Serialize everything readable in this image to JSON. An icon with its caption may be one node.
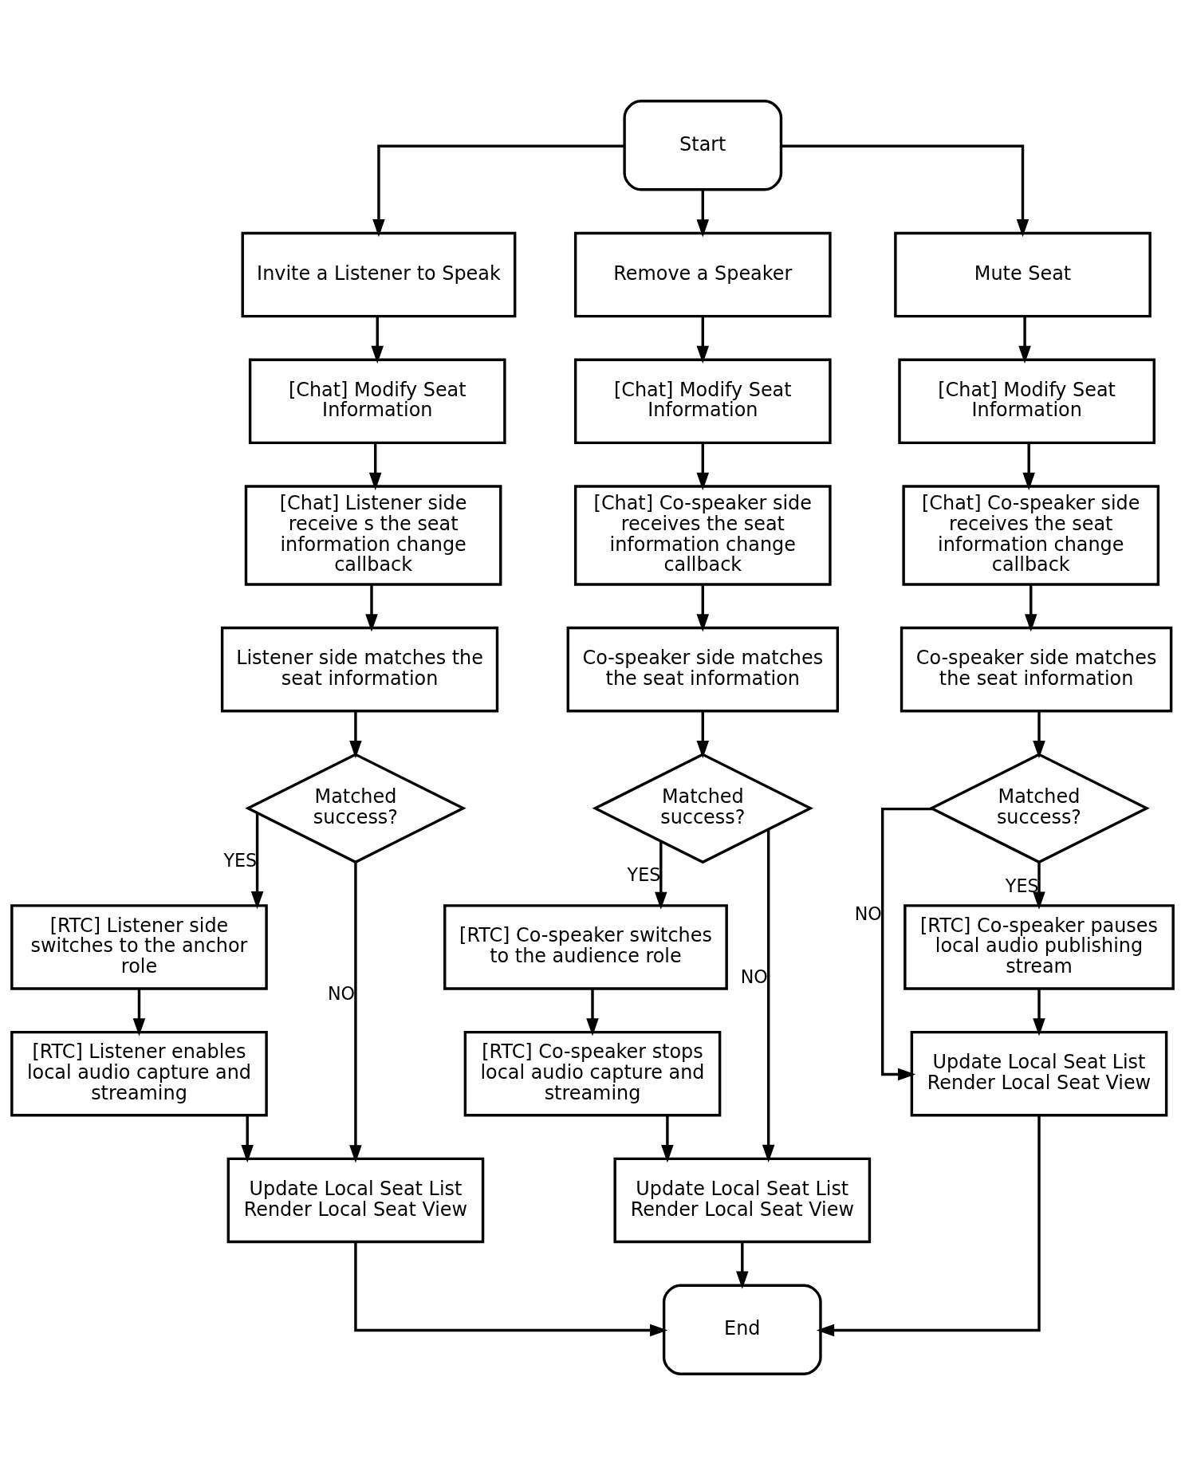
{
  "diagram": {
    "nodes": [
      {
        "text": [
          "Start"
        ]
      },
      {
        "text": [
          "Invite a Listener to Speak"
        ]
      },
      {
        "text": [
          "Remove a Speaker"
        ]
      },
      {
        "text": [
          "Mute Seat"
        ]
      },
      {
        "text": [
          "[Chat] Modify Seat Information"
        ]
      },
      {
        "text": [
          "[Chat] Modify Seat Information"
        ]
      },
      {
        "text": [
          "[Chat] Modify Seat Information"
        ]
      },
      {
        "text": [
          "[Chat] Listener side receive s the seat information change callback"
        ]
      },
      {
        "text": [
          "[Chat] Co-speaker side receives the seat information change callback"
        ]
      },
      {
        "text": [
          "[Chat] Co-speaker side receives the seat information change callback"
        ]
      },
      {
        "text": [
          "Listener side matches the seat information"
        ]
      },
      {
        "text": [
          "Co-speaker side matches the seat information"
        ]
      },
      {
        "text": [
          "Co-speaker side matches the seat information"
        ]
      },
      {
        "text": [
          "Matched success?"
        ]
      },
      {
        "text": [
          "Matched success?"
        ]
      },
      {
        "text": [
          "Matched success?"
        ]
      },
      {
        "text": [
          "[RTC] Listener side switches to the anchor role"
        ]
      },
      {
        "text": [
          "[RTC] Co-speaker switches to the audience role"
        ]
      },
      {
        "text": [
          "[RTC] Co-speaker pauses local audio publishing stream"
        ]
      },
      {
        "text": [
          "[RTC] Listener enables local audio capture and streaming"
        ]
      },
      {
        "text": [
          "[RTC] Co-speaker stops local audio capture and streaming"
        ]
      },
      {
        "text": [
          "Update Local Seat List Render Local Seat View"
        ]
      },
      {
        "text": [
          "Update Local Seat List Render Local Seat View"
        ]
      },
      {
        "text": [
          "Update Local Seat List Render Local Seat View"
        ]
      },
      {
        "text": [
          "End"
        ]
      }
    ],
    "edges": [
      {
        "from": 0,
        "to": 1,
        "arrow": "to"
      },
      {
        "from": 0,
        "to": 2,
        "arrow": "to"
      },
      {
        "from": 0,
        "to": 3,
        "arrow": "to"
      },
      {
        "from": 1,
        "to": 4,
        "arrow": "to"
      },
      {
        "from": 2,
        "to": 5,
        "arrow": "to"
      },
      {
        "from": 3,
        "to": 6,
        "arrow": "to"
      },
      {
        "from": 4,
        "to": 7,
        "arrow": "to"
      },
      {
        "from": 5,
        "to": 8,
        "arrow": "to"
      },
      {
        "from": 6,
        "to": 9,
        "arrow": "to"
      },
      {
        "from": 7,
        "to": 10,
        "arrow": "to"
      },
      {
        "from": 8,
        "to": 11,
        "arrow": "to"
      },
      {
        "from": 9,
        "to": 12,
        "arrow": "to"
      },
      {
        "from": 10,
        "to": 13,
        "arrow": "to"
      },
      {
        "from": 11,
        "to": 14,
        "arrow": "to"
      },
      {
        "from": 12,
        "to": 15,
        "arrow": "to"
      },
      {
        "from": 13,
        "to": 21,
        "arrow": "to",
        "label": "NO"
      },
      {
        "from": 13,
        "to": 16,
        "arrow": "to",
        "label": "YES"
      },
      {
        "from": 14,
        "to": 22,
        "arrow": "to",
        "label": "NO"
      },
      {
        "from": 14,
        "to": 17,
        "arrow": "to",
        "label": "YES"
      },
      {
        "from": 15,
        "to": 23,
        "arrow": "to",
        "label": "NO"
      },
      {
        "from": 15,
        "to": 18,
        "arrow": "to",
        "label": "YES"
      },
      {
        "from": 16,
        "to": 19,
        "arrow": "to"
      },
      {
        "from": 17,
        "to": 20,
        "arrow": "to"
      },
      {
        "from": 18,
        "to": 23,
        "arrow": "to"
      },
      {
        "from": 19,
        "to": 21,
        "arrow": "to"
      },
      {
        "from": 20,
        "to": 22,
        "arrow": "to"
      },
      {
        "from": 21,
        "to": 24,
        "arrow": "to"
      },
      {
        "from": 22,
        "to": 24,
        "arrow": "to"
      },
      {
        "from": 23,
        "to": 24,
        "arrow": "to"
      }
    ]
  }
}
